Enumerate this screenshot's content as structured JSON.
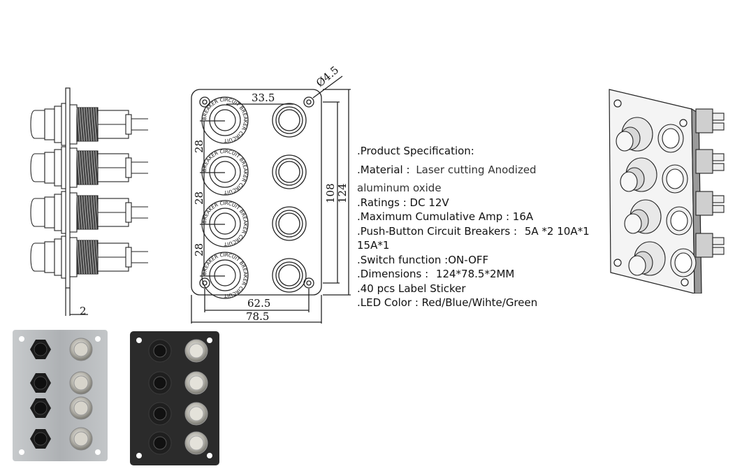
{
  "spec": {
    "heading": ".Product Specification:",
    "material_label": ".Material :",
    "material_value": "Laser cutting Anodized",
    "material_value_cont": "aluminum oxide",
    "ratings": ".Ratings : DC 12V",
    "max_amp": ".Maximum Cumulative Amp : 16A",
    "breakers_label": ".Push-Button Circuit Breakers :",
    "breakers_value": "5A *2 10A*1",
    "breakers_cont": "15A*1",
    "switch_function": ".Switch function :ON-OFF",
    "dimensions_label": ".Dimensions :",
    "dimensions_value": "124*78.5*2MM",
    "label_sticker": ".40 pcs Label Sticker",
    "led_color": ".LED Color : Red/Blue/Wihte/Green"
  },
  "drawing": {
    "hole_dia": "Ø4.5",
    "spacing_top": "33.5",
    "pitch_1": "28",
    "pitch_2": "28",
    "pitch_3": "28",
    "height_inner": "108",
    "height_outer": "124",
    "width_inner": "62.5",
    "width_outer": "78.5",
    "thickness": "2",
    "breaker_ring_text": "BREAKER CIRCUIT"
  },
  "colors": {
    "line": "#222222",
    "silver_plate": "#b9bcbf",
    "black_plate": "#2b2b2b",
    "chrome": "#c9c9c4"
  }
}
